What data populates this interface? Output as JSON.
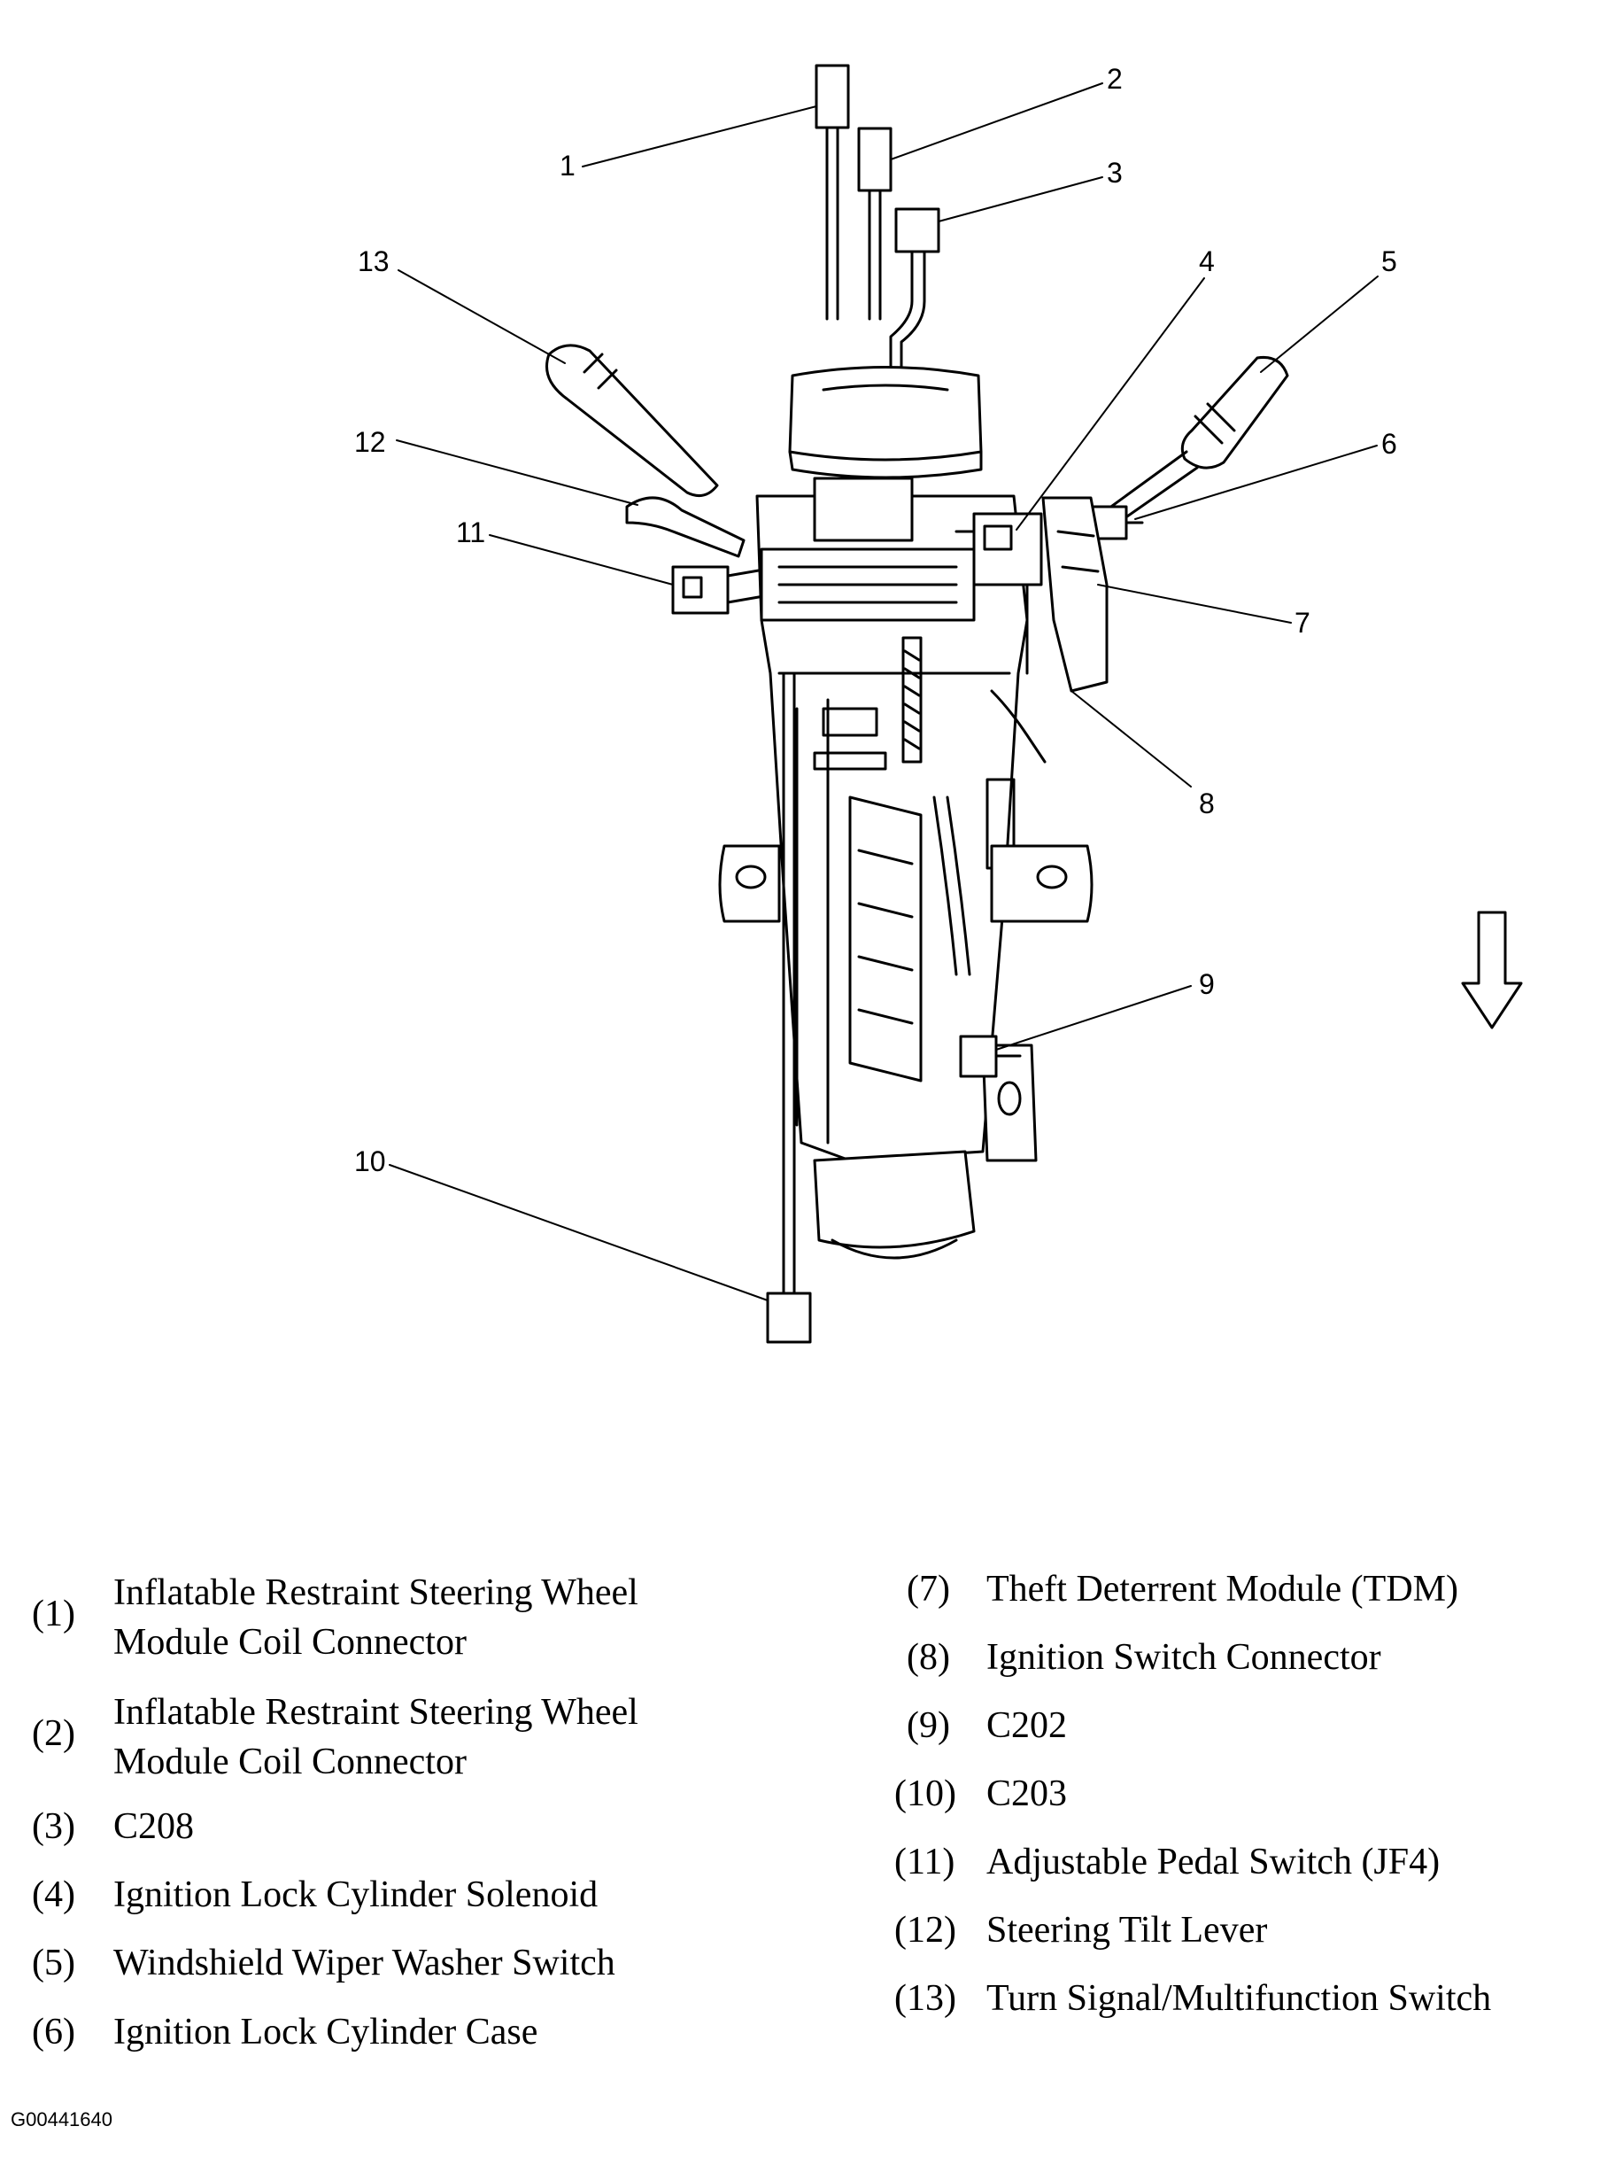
{
  "callouts": [
    "1",
    "2",
    "3",
    "4",
    "5",
    "6",
    "7",
    "8",
    "9",
    "10",
    "11",
    "12",
    "13"
  ],
  "legend_left": [
    {
      "num": "(1)",
      "lines": [
        "Inflatable Restraint Steering Wheel",
        "Module Coil Connector"
      ]
    },
    {
      "num": "(2)",
      "lines": [
        "Inflatable Restraint Steering Wheel",
        "Module Coil Connector"
      ]
    },
    {
      "num": "(3)",
      "lines": [
        "C208"
      ]
    },
    {
      "num": "(4)",
      "lines": [
        "Ignition Lock Cylinder Solenoid"
      ]
    },
    {
      "num": "(5)",
      "lines": [
        "Windshield Wiper Washer Switch"
      ]
    },
    {
      "num": "(6)",
      "lines": [
        "Ignition Lock Cylinder Case"
      ]
    }
  ],
  "legend_right": [
    {
      "num": "(7)",
      "lines": [
        "Theft Deterrent Module (TDM)"
      ]
    },
    {
      "num": "(8)",
      "lines": [
        "Ignition Switch Connector"
      ]
    },
    {
      "num": "(9)",
      "lines": [
        "C202"
      ]
    },
    {
      "num": "(10)",
      "lines": [
        "C203"
      ]
    },
    {
      "num": "(11)",
      "lines": [
        "Adjustable Pedal Switch (JF4)"
      ]
    },
    {
      "num": "(12)",
      "lines": [
        "Steering Tilt Lever"
      ]
    },
    {
      "num": "(13)",
      "lines": [
        "Turn Signal/Multifunction Switch"
      ]
    }
  ],
  "figure_id": "G00441640"
}
